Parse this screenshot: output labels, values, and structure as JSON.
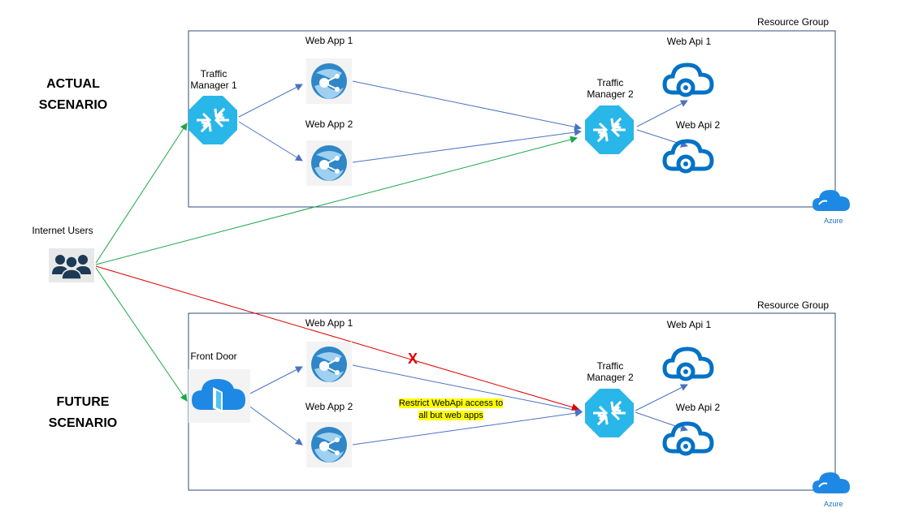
{
  "scenarios": {
    "actual": {
      "line1": "ACTUAL",
      "line2": "SCENARIO"
    },
    "future": {
      "line1": "FUTURE",
      "line2": "SCENARIO"
    }
  },
  "groups": {
    "top_label": "Resource Group",
    "bottom_label": "Resource Group",
    "azure_label": "Azure"
  },
  "nodes": {
    "internet_users": "Internet Users",
    "tm1_line1": "Traffic",
    "tm1_line2": "Manager 1",
    "tm2_top_line1": "Traffic",
    "tm2_top_line2": "Manager 2",
    "tm2_bottom_line1": "Traffic",
    "tm2_bottom_line2": "Manager 2",
    "front_door": "Front Door",
    "webapp1_top": "Web App 1",
    "webapp2_top": "Web App 2",
    "webapp1_bottom": "Web App 1",
    "webapp2_bottom": "Web App 2",
    "webapi1_top": "Web Api 1",
    "webapi2_top": "Web Api 2",
    "webapi1_bottom": "Web Api 1",
    "webapi2_bottom": "Web Api 2"
  },
  "annotations": {
    "note_line1": "Restrict WebApi access to",
    "note_line2": "all but web apps",
    "blocked_mark": "X"
  },
  "colors": {
    "group_border": "#2f4b7c",
    "edge_blue": "#4a72c4",
    "edge_green": "#1aa64a",
    "edge_red": "#e00000",
    "traffic_manager": "#29b6e8",
    "icon_blue": "#0072c6",
    "users_dark": "#1c3a56",
    "highlight": "#ffff00"
  }
}
